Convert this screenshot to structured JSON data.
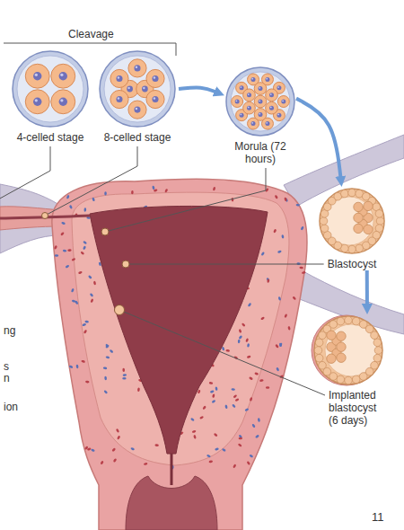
{
  "diagram": {
    "nodes": [
      {
        "text": [
          "4-celled stage"
        ]
      },
      {
        "text": [
          "8-celled stage"
        ]
      },
      {
        "text": [
          "Morula (72 hours)"
        ]
      },
      {
        "text": [
          "Blastocyst"
        ]
      },
      {
        "text": [
          "Implanted blastocyst (6 days)"
        ]
      }
    ],
    "edges": [
      {
        "from": 1,
        "to": 2,
        "arrow": "to"
      },
      {
        "from": 2,
        "to": 3,
        "arrow": "to"
      },
      {
        "from": 3,
        "to": 4,
        "arrow": "to"
      }
    ],
    "labels": [
      "Cleavage",
      "ng",
      "s",
      "n",
      "ion",
      "11"
    ]
  }
}
